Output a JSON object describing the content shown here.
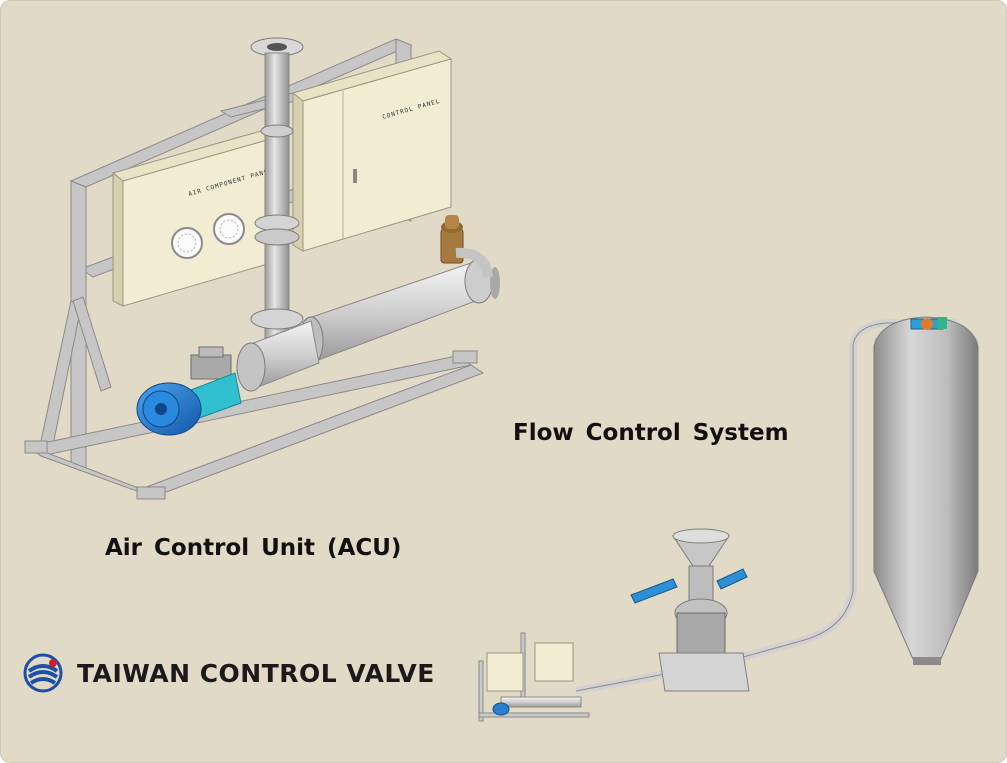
{
  "captions": {
    "flow_control_system": "Flow  Control  System",
    "air_control_unit": "Air  Control  Unit (ACU)"
  },
  "panels": {
    "air_component": "AIR COMPONENT PANEL",
    "control": "CONTROL PANEL"
  },
  "brand": {
    "name": "TAIWAN CONTROL VALVE",
    "logo_color": "#1b4fa8",
    "accent_color": "#d0202a"
  },
  "colors": {
    "background": "#e0dac6",
    "frame": "#c4c4c4",
    "cabinet": "#f1ecd2",
    "valve_actuator": "#1e73c8"
  }
}
